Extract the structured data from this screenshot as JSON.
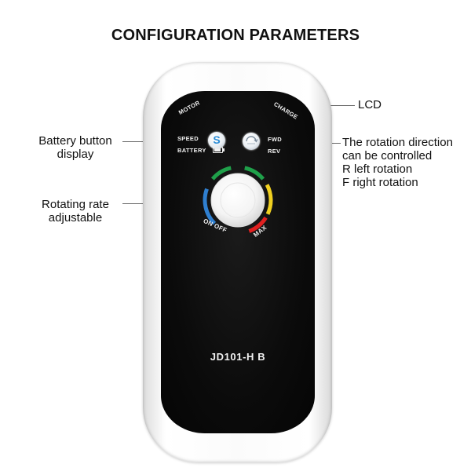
{
  "title": "CONFIGURATION PARAMETERS",
  "callouts": {
    "lcd": "LCD",
    "battery_line1": "Battery button",
    "battery_line2": "display",
    "rate_line1": "Rotating rate",
    "rate_line2": "adjustable",
    "dir_line1": "The rotation direction",
    "dir_line2": "can be controlled",
    "dir_line3": "R left rotation",
    "dir_line4": "F right rotation"
  },
  "device": {
    "motor": "MOTOR",
    "charge": "CHARGE",
    "speed": "SPEED",
    "battery": "BATTERY",
    "fwd": "FWD",
    "rev": "REV",
    "speed_button": "S",
    "on_off": "ON OFF",
    "max": "MAX",
    "model": "JD101-H B"
  },
  "icons": {
    "speed_button": "speed-s-icon",
    "battery": "battery-icon",
    "direction_button": "direction-toggle-icon"
  },
  "colors": {
    "ring_segments": [
      "#2f7fd0",
      "#f0d020",
      "#e02020",
      "#1fa04a"
    ],
    "panel": "#0b0b0b",
    "casing": "#f7f7f7"
  }
}
